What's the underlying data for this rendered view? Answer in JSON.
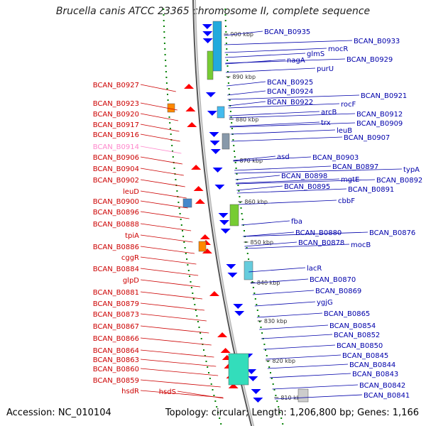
{
  "title": "Brucella canis ATCC 23365 chromosome II, complete sequence",
  "footer": {
    "accession": "Accession: NC_010104",
    "summary": "Topology: circular; Length: 1,206,800 bp; Genes: 1,166"
  },
  "colors": {
    "forward": "#ff0000",
    "reverse": "#0000ff",
    "highlight": "#ff88cc",
    "label_left": "#cc0000",
    "label_right": "#0000aa",
    "gc_dots": "#008000",
    "backbone": "#888888"
  },
  "ticks": [
    "900 kbp",
    "890 kbp",
    "880 kbp",
    "870 kbp",
    "860 kbp",
    "850 kbp",
    "840 kbp",
    "830 kbp",
    "820 kbp",
    "810 kbp"
  ],
  "left_labels": [
    "BCAN_B0927",
    "BCAN_B0923",
    "BCAN_B0920",
    "BCAN_B0917",
    "BCAN_B0916",
    "BCAN_B0914",
    "BCAN_B0906",
    "BCAN_B0904",
    "BCAN_B0902",
    "leuD",
    "BCAN_B0900",
    "BCAN_B0896",
    "BCAN_B0888",
    "tpiA",
    "BCAN_B0886",
    "cggR",
    "BCAN_B0884",
    "glpD",
    "BCAN_B0881",
    "BCAN_B0879",
    "BCAN_B0873",
    "BCAN_B0867",
    "BCAN_B0866",
    "BCAN_B0864",
    "BCAN_B0863",
    "BCAN_B0860",
    "BCAN_B0859",
    "hsdR",
    "hsdS"
  ],
  "right_labels": [
    "BCAN_B0935",
    "BCAN_B0933",
    "mocR",
    "glmS",
    "nagA",
    "BCAN_B0929",
    "purU",
    "BCAN_B0925",
    "BCAN_B0924",
    "BCAN_B0921",
    "BCAN_B0922",
    "rocF",
    "arcB",
    "BCAN_B0912",
    "trx",
    "BCAN_B0909",
    "leuB",
    "BCAN_B0907",
    "asd",
    "BCAN_B0903",
    "BCAN_B0897",
    "typA",
    "BCAN_B0898",
    "mgtE",
    "BCAN_B0892",
    "BCAN_B0895",
    "BCAN_B0891",
    "cbbF",
    "fba",
    "BCAN_B0880",
    "BCAN_B0876",
    "BCAN_B0878",
    "mocB",
    "lacR",
    "BCAN_B0870",
    "BCAN_B0869",
    "ygjG",
    "BCAN_B0865",
    "BCAN_B0854",
    "BCAN_B0852",
    "BCAN_B0850",
    "BCAN_B0845",
    "BCAN_B0844",
    "BCAN_B0843",
    "BCAN_B0842",
    "BCAN_B0841"
  ]
}
